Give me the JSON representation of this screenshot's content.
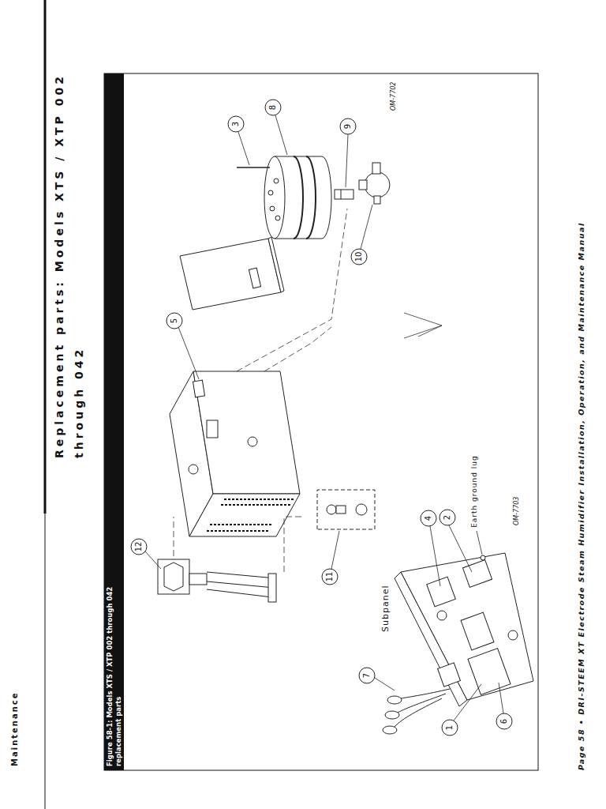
{
  "diagram": {
    "title": "Replacement parts: Models XTS / XTP 002 through 042",
    "caption": "Figure 58-1: Models XTS / XTP 002 through 042 replacement parts",
    "labels": [
      "Maintenance",
      "12",
      "5",
      "3",
      "8",
      "9",
      "10",
      "11",
      "7",
      "1",
      "6",
      "4",
      "2",
      "Subpanel",
      "Earth ground lug",
      "OM-7702",
      "OM-7703",
      "Page 58 • DRI-STEEM XT Electrode Steam Humidifier Installation, Operation, and Maintenance Manual"
    ]
  }
}
